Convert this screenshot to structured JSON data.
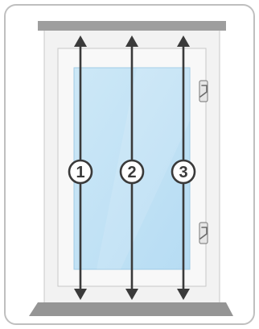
{
  "diagram": {
    "measurement_lines": [
      {
        "id": "1",
        "label": "1"
      },
      {
        "id": "2",
        "label": "2"
      },
      {
        "id": "3",
        "label": "3"
      }
    ],
    "colors": {
      "card_border": "#bfbfbf",
      "frame_fill": "#f2f2f2",
      "frame_stroke": "#c8c8c8",
      "top_bar": "#9e9e9e",
      "sill": "#959595",
      "glass_top": "#cde8f7",
      "glass_bottom": "#b6dcf3",
      "arrow": "#3a3a3a",
      "badge_fill": "#ffffff",
      "badge_stroke": "#3a3a3a"
    },
    "icons": {
      "card": "rounded-card-frame",
      "window": "window-icon",
      "hinge": "hinge-icon",
      "arrow": "double-headed-arrow-icon"
    }
  }
}
